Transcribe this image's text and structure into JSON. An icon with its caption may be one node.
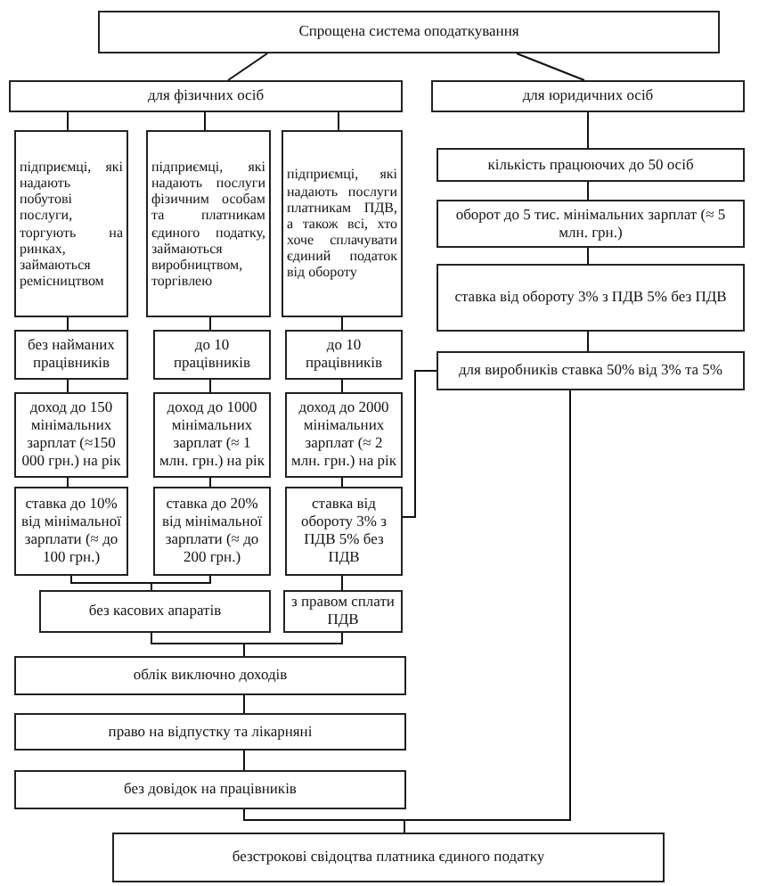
{
  "diagram": {
    "nodes": [
      {
        "text": [
          "Спрощена система оподаткування"
        ]
      },
      {
        "text": [
          "для фізичних осіб"
        ]
      },
      {
        "text": [
          "для юридичних осіб"
        ]
      },
      {
        "text": [
          "підприємці, які надають побутові послуги, торгують на ринках, займаються ремісництвом"
        ]
      },
      {
        "text": [
          "підприємці, які надають послуги фізичним особам та платникам єдиного податку, займаються виробництвом, торгівлею"
        ]
      },
      {
        "text": [
          "підприємці, які надають послуги платникам ПДВ, а також всі, хто хоче сплачувати єдиний податок від обороту"
        ]
      },
      {
        "text": [
          "без найманих працівників"
        ]
      },
      {
        "text": [
          "до 10 працівників"
        ]
      },
      {
        "text": [
          "до 10 працівників"
        ]
      },
      {
        "text": [
          "доход до 150 мінімальних зарплат (≈150 000 грн.) на рік"
        ]
      },
      {
        "text": [
          "доход до 1000 мінімальних зарплат (≈ 1 млн. грн.) на рік"
        ]
      },
      {
        "text": [
          "доход до 2000 мінімальних зарплат (≈ 2 млн. грн.) на рік"
        ]
      },
      {
        "text": [
          "ставка до 10% від мінімальної зарплати (≈ до 100 грн.)"
        ]
      },
      {
        "text": [
          "ставка до 20% від мінімальної зарплати (≈ до 200 грн.)"
        ]
      },
      {
        "text": [
          "ставка від обороту 3% з ПДВ 5% без ПДВ"
        ]
      },
      {
        "text": [
          "кількість працюючих до 50 осіб"
        ]
      },
      {
        "text": [
          "оборот до 5 тис. мінімальних зарплат (≈ 5 млн. грн.)"
        ]
      },
      {
        "text": [
          "ставка від обороту 3% з ПДВ 5% без ПДВ"
        ]
      },
      {
        "text": [
          "для виробників ставка 50% від 3% та 5%"
        ]
      },
      {
        "text": [
          "без касових апаратів"
        ]
      },
      {
        "text": [
          "з правом сплати ПДВ"
        ]
      },
      {
        "text": [
          "облік виключно доходів"
        ]
      },
      {
        "text": [
          "право на відпустку та лікарняні"
        ]
      },
      {
        "text": [
          "без довідок на працівників"
        ]
      },
      {
        "text": [
          "безстрокові свідоцтва платника єдиного податку"
        ]
      }
    ],
    "edges": [
      {
        "from": 0,
        "to": 1,
        "arrow": "none"
      },
      {
        "from": 0,
        "to": 2,
        "arrow": "none"
      },
      {
        "from": 1,
        "to": 3,
        "arrow": "none"
      },
      {
        "from": 1,
        "to": 4,
        "arrow": "none"
      },
      {
        "from": 1,
        "to": 5,
        "arrow": "none"
      },
      {
        "from": 3,
        "to": 6,
        "arrow": "none"
      },
      {
        "from": 4,
        "to": 7,
        "arrow": "none"
      },
      {
        "from": 5,
        "to": 8,
        "arrow": "none"
      },
      {
        "from": 6,
        "to": 9,
        "arrow": "none"
      },
      {
        "from": 7,
        "to": 10,
        "arrow": "none"
      },
      {
        "from": 8,
        "to": 11,
        "arrow": "none"
      },
      {
        "from": 9,
        "to": 12,
        "arrow": "none"
      },
      {
        "from": 10,
        "to": 13,
        "arrow": "none"
      },
      {
        "from": 11,
        "to": 14,
        "arrow": "none"
      },
      {
        "from": 12,
        "to": 19,
        "arrow": "none"
      },
      {
        "from": 13,
        "to": 19,
        "arrow": "none"
      },
      {
        "from": 14,
        "to": 20,
        "arrow": "none"
      },
      {
        "from": 19,
        "to": 21,
        "arrow": "none"
      },
      {
        "from": 20,
        "to": 21,
        "arrow": "none"
      },
      {
        "from": 21,
        "to": 22,
        "arrow": "none"
      },
      {
        "from": 22,
        "to": 23,
        "arrow": "none"
      },
      {
        "from": 2,
        "to": 15,
        "arrow": "none"
      },
      {
        "from": 15,
        "to": 16,
        "arrow": "none"
      },
      {
        "from": 16,
        "to": 17,
        "arrow": "none"
      },
      {
        "from": 17,
        "to": 18,
        "arrow": "none"
      },
      {
        "from": 18,
        "to": 14,
        "arrow": "none"
      },
      {
        "from": 23,
        "to": 24,
        "arrow": "none"
      },
      {
        "from": 18,
        "to": 24,
        "arrow": "none"
      }
    ]
  }
}
